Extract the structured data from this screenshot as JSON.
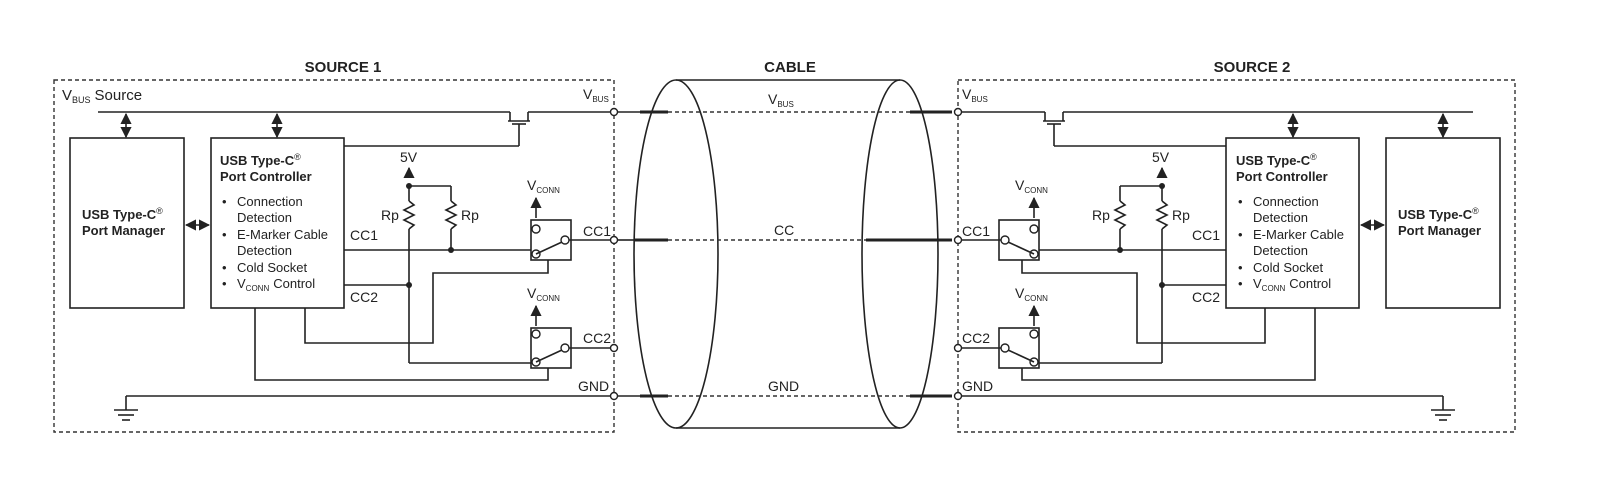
{
  "sections": {
    "source1": "SOURCE 1",
    "cable": "CABLE",
    "source2": "SOURCE 2"
  },
  "labels": {
    "v": "V",
    "bus": "BUS",
    "conn": "CONN",
    "source_word": "Source",
    "control_word": "Control",
    "five_v": "5V",
    "rp": "Rp",
    "cc1": "CC1",
    "cc2": "CC2",
    "cc": "CC",
    "gnd": "GND",
    "reg": "®"
  },
  "port_controller": {
    "title1": "USB Type-C",
    "title2": "Port Controller",
    "bullet": "•",
    "items": [
      "Connection",
      "Detection",
      "E-Marker Cable",
      "Detection",
      "Cold Socket"
    ]
  },
  "port_manager": {
    "title1": "USB Type-C",
    "title2": "Port Manager"
  }
}
